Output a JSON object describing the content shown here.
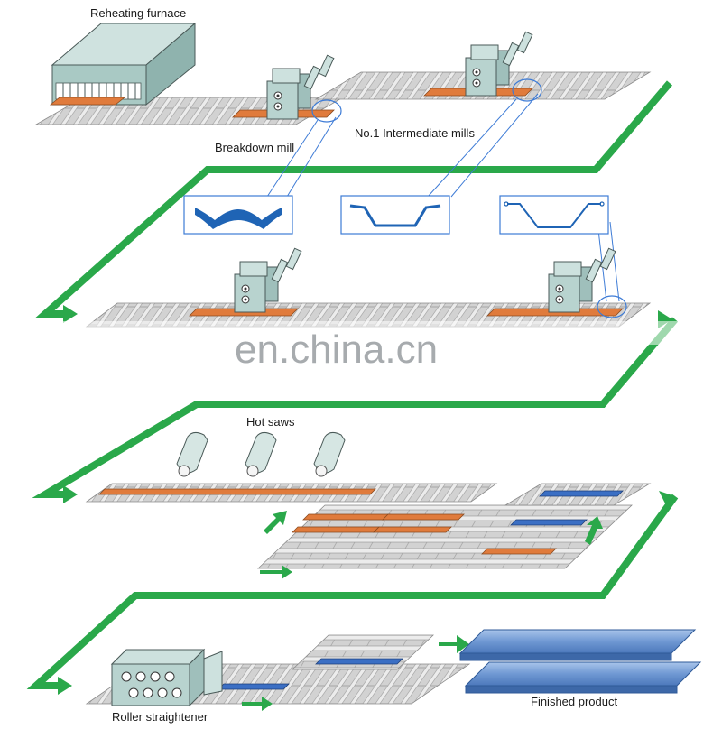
{
  "labels": {
    "reheating_furnace": "Reheating furnace",
    "breakdown_mill": "Breakdown mill",
    "intermediate_mills": "No.1 Intermediate mills",
    "hot_saws": "Hot saws",
    "roller_straightener": "Roller straightener",
    "finished_product": "Finished product"
  },
  "watermark": "en.china.cn",
  "colors": {
    "flow_arrow": "#2aa84a",
    "steel_hot": "#e07b3c",
    "steel_cool": "#3b6fc4",
    "machine": "#b8d3cf",
    "roller": "#cfcfcf",
    "profile": "#1f64b5",
    "finished_product": "#7fa6d9"
  },
  "icons": [
    "reheating-furnace-icon",
    "rolling-mill-icon",
    "hot-saw-icon",
    "roller-straightener-icon",
    "flow-arrow-icon",
    "cross-section-profile-icon"
  ]
}
